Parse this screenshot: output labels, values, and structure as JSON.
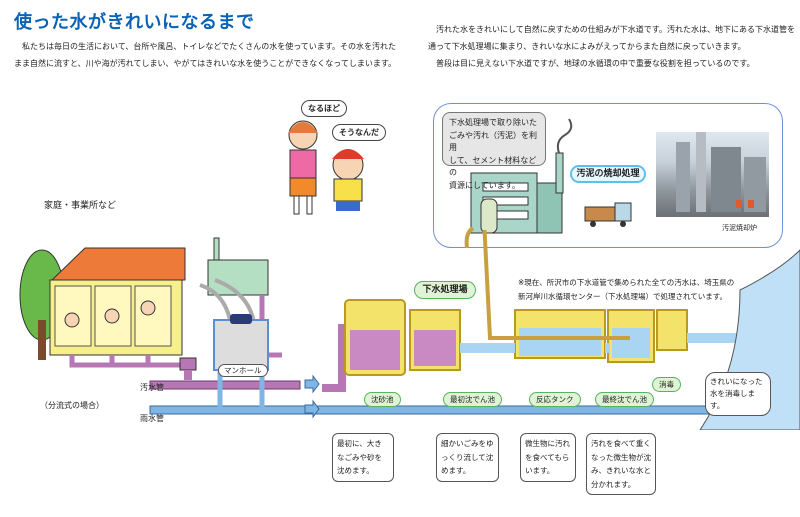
{
  "title": "使った水がきれいになるまで",
  "intro_left": [
    "私たちは毎日の生活において、台所や風呂、トイレなどでたくさんの水を使っています。その水を汚れた",
    "まま自然に流すと、川や海が汚れてしまい、やがてはきれいな水を使うことができなくなってしまいます。"
  ],
  "intro_right": [
    "汚れた水をきれいにして自然に戻すための仕組みが下水道です。汚れた水は、地下にある下水道管を",
    "通って下水処理場に集まり、きれいな水によみがえってからまた自然に戻っていきます。",
    "普段は目に見えない下水道ですが、地球の水循環の中で重要な役割を担っているのです。"
  ],
  "sludge_panel": {
    "bubble_lines": [
      "下水処理場で取り除いた",
      "ごみや汚れ（汚泥）を利用",
      "して、セメント材料などの",
      "資源にしています。"
    ],
    "label": "汚泥の焼却処理",
    "photo_caption": "汚泥焼却炉"
  },
  "kids": {
    "girl_says": "なるほど",
    "boy_says": "そうなんだ"
  },
  "homes_label": "家庭・事業所など",
  "manhole_label": "マンホール",
  "sewage_pipe_label": "汚水管",
  "rain_pipe_label": "雨水管",
  "separate_system_label": "（分流式の場合）",
  "plant_label": "下水処理場",
  "note_lines": [
    "※現在、所沢市の下水道管で集められた全ての汚水は、埼玉県の",
    "新河岸川水循環センター（下水処理場）で処理されています。"
  ],
  "stages": [
    {
      "name": "沈砂池",
      "desc": "最初に、大きなごみや砂を沈めます。"
    },
    {
      "name": "最初沈でん池",
      "desc": "細かいごみをゆっくり流して沈めます。"
    },
    {
      "name": "反応タンク",
      "desc": "微生物に汚れを食べてもらいます。"
    },
    {
      "name": "最終沈でん池",
      "desc": "汚れを食べて重くなった微生物が沈み、きれいな水と分かれます。"
    }
  ],
  "disinfection": {
    "name": "消毒",
    "desc": "きれいになった水を消毒します。"
  },
  "colors": {
    "title": "#0b63b5",
    "sewage_pipe": "#b777b5",
    "rain_pipe": "#7fb6e4",
    "tank": "#f4e36a",
    "pill_green": "#58b35a"
  }
}
